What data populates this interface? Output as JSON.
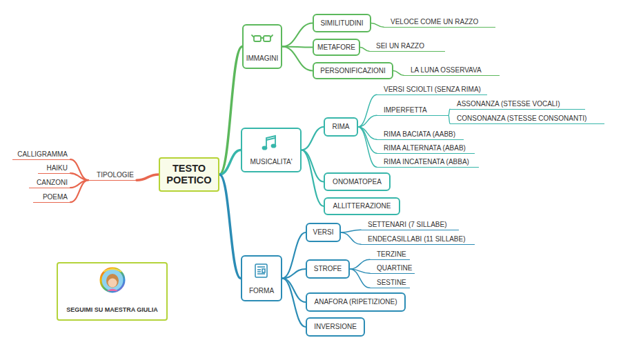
{
  "diagram": {
    "nodes": [
      {
        "text": [
          "TESTO POETICO"
        ]
      },
      {
        "text": [
          "TIPOLOGIE"
        ]
      },
      {
        "text": [
          "CALLIGRAMMA"
        ]
      },
      {
        "text": [
          "HAIKU"
        ]
      },
      {
        "text": [
          "CANZONI"
        ]
      },
      {
        "text": [
          "POEMA"
        ]
      },
      {
        "text": [
          "IMMAGINI"
        ]
      },
      {
        "text": [
          "SIMILITUDINI"
        ]
      },
      {
        "text": [
          "VELOCE COME UN RAZZO"
        ]
      },
      {
        "text": [
          "METAFORE"
        ]
      },
      {
        "text": [
          "SEI UN RAZZO"
        ]
      },
      {
        "text": [
          "PERSONIFICAZIONI"
        ]
      },
      {
        "text": [
          "LA LUNA OSSERVAVA"
        ]
      },
      {
        "text": [
          "MUSICALITA'"
        ]
      },
      {
        "text": [
          "RIMA"
        ]
      },
      {
        "text": [
          "VERSI SCIOLTI (SENZA RIMA)"
        ]
      },
      {
        "text": [
          "IMPERFETTA"
        ]
      },
      {
        "text": [
          "ASSONANZA (STESSE VOCALI)"
        ]
      },
      {
        "text": [
          "CONSONANZA (STESSE CONSONANTI)"
        ]
      },
      {
        "text": [
          "RIMA BACIATA (AABB)"
        ]
      },
      {
        "text": [
          "RIMA ALTERNATA (ABAB)"
        ]
      },
      {
        "text": [
          "RIMA INCATENATA (ABBA)"
        ]
      },
      {
        "text": [
          "ONOMATOPEA"
        ]
      },
      {
        "text": [
          "ALLITTERAZIONE"
        ]
      },
      {
        "text": [
          "FORMA"
        ]
      },
      {
        "text": [
          "VERSI"
        ]
      },
      {
        "text": [
          "SETTENARI (7 SILLABE)"
        ]
      },
      {
        "text": [
          "ENDECASILLABI (11 SILLABE)"
        ]
      },
      {
        "text": [
          "STROFE"
        ]
      },
      {
        "text": [
          "TERZINE"
        ]
      },
      {
        "text": [
          "QUARTINE"
        ]
      },
      {
        "text": [
          "SESTINE"
        ]
      },
      {
        "text": [
          "ANAFORA (RIPETIZIONE)"
        ]
      },
      {
        "text": [
          "INVERSIONE"
        ]
      },
      {
        "text": [
          "SEGUIMI SU MAESTRA GIULIA"
        ]
      }
    ],
    "edges": [
      {
        "from": 0,
        "to": 1,
        "arrow": "none"
      },
      {
        "from": 1,
        "to": 2,
        "arrow": "none"
      },
      {
        "from": 1,
        "to": 3,
        "arrow": "none"
      },
      {
        "from": 1,
        "to": 4,
        "arrow": "none"
      },
      {
        "from": 1,
        "to": 5,
        "arrow": "none"
      },
      {
        "from": 0,
        "to": 6,
        "arrow": "none"
      },
      {
        "from": 6,
        "to": 7,
        "arrow": "none"
      },
      {
        "from": 7,
        "to": 8,
        "arrow": "none"
      },
      {
        "from": 6,
        "to": 9,
        "arrow": "none"
      },
      {
        "from": 9,
        "to": 10,
        "arrow": "none"
      },
      {
        "from": 6,
        "to": 11,
        "arrow": "none"
      },
      {
        "from": 11,
        "to": 12,
        "arrow": "none"
      },
      {
        "from": 0,
        "to": 13,
        "arrow": "none"
      },
      {
        "from": 13,
        "to": 14,
        "arrow": "none"
      },
      {
        "from": 14,
        "to": 15,
        "arrow": "none"
      },
      {
        "from": 14,
        "to": 16,
        "arrow": "none"
      },
      {
        "from": 16,
        "to": 17,
        "arrow": "none"
      },
      {
        "from": 16,
        "to": 18,
        "arrow": "none"
      },
      {
        "from": 14,
        "to": 19,
        "arrow": "none"
      },
      {
        "from": 14,
        "to": 20,
        "arrow": "none"
      },
      {
        "from": 14,
        "to": 21,
        "arrow": "none"
      },
      {
        "from": 13,
        "to": 22,
        "arrow": "none"
      },
      {
        "from": 13,
        "to": 23,
        "arrow": "none"
      },
      {
        "from": 0,
        "to": 24,
        "arrow": "none"
      },
      {
        "from": 24,
        "to": 25,
        "arrow": "none"
      },
      {
        "from": 25,
        "to": 26,
        "arrow": "none"
      },
      {
        "from": 25,
        "to": 27,
        "arrow": "none"
      },
      {
        "from": 24,
        "to": 28,
        "arrow": "none"
      },
      {
        "from": 28,
        "to": 29,
        "arrow": "none"
      },
      {
        "from": 28,
        "to": 30,
        "arrow": "none"
      },
      {
        "from": 28,
        "to": 31,
        "arrow": "none"
      },
      {
        "from": 24,
        "to": 32,
        "arrow": "none"
      },
      {
        "from": 24,
        "to": 33,
        "arrow": "none"
      }
    ]
  }
}
